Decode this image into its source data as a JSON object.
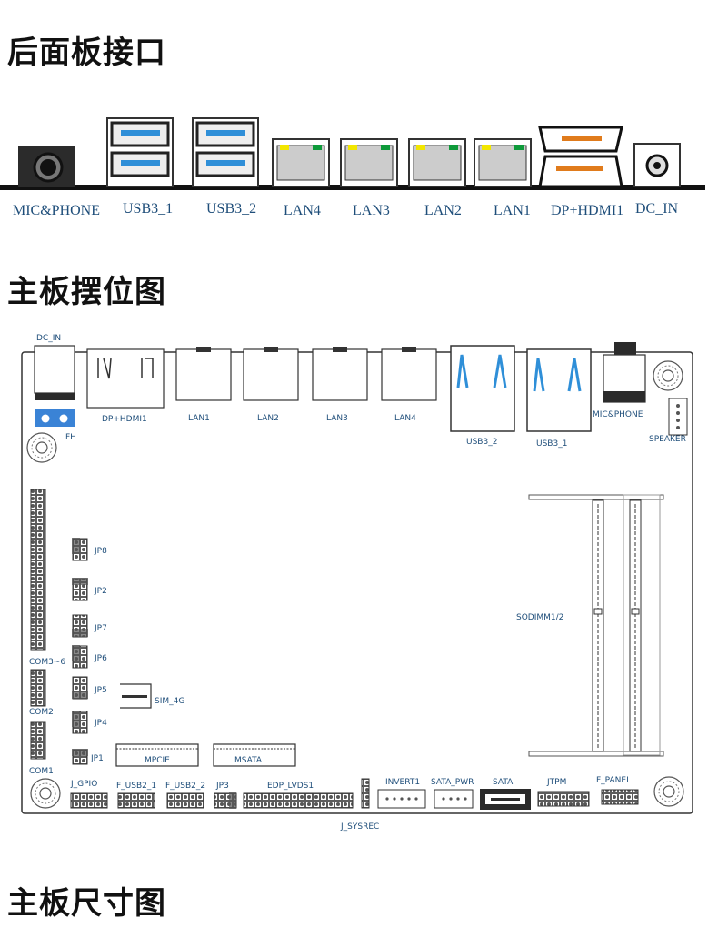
{
  "sections": {
    "rear_panel": "后面板接口",
    "layout": "主板摆位图",
    "dimensions": "主板尺寸图"
  },
  "rear_ports": [
    "MIC&PHONE",
    "USB3_1",
    "USB3_2",
    "LAN4",
    "LAN3",
    "LAN2",
    "LAN1",
    "DP+HDMI1",
    "DC_IN"
  ],
  "board": {
    "top_connectors": [
      "DC_IN",
      "DP+HDMI1",
      "LAN1",
      "LAN2",
      "LAN3",
      "LAN4",
      "USB3_2",
      "USB3_1",
      "MIC&PHONE",
      "SPEAKER"
    ],
    "fan_header": "FH",
    "jumpers": [
      "JP8",
      "JP2",
      "JP7",
      "JP6",
      "JP5",
      "JP4",
      "JP1"
    ],
    "com_ports": [
      "COM3~6",
      "COM2",
      "COM1"
    ],
    "sim": "SIM_4G",
    "slots": [
      "MPCIE",
      "MSATA",
      "SODIMM1/2"
    ],
    "bottom_headers": [
      "J_GPIO",
      "F_USB2_1",
      "F_USB2_2",
      "JP3",
      "EDP_LVDS1",
      "J_SYSREC",
      "INVERT1",
      "SATA_PWR",
      "SATA",
      "JTPM",
      "F_PANEL"
    ]
  },
  "colors": {
    "label_text": "#1f4e7a",
    "usb_blue": "#2f8fd8",
    "hdmi_orange": "#e07b1c",
    "lan_yellow": "#f2e600",
    "lan_green": "#0e9a3a",
    "fan_blue": "#3a83d6"
  }
}
